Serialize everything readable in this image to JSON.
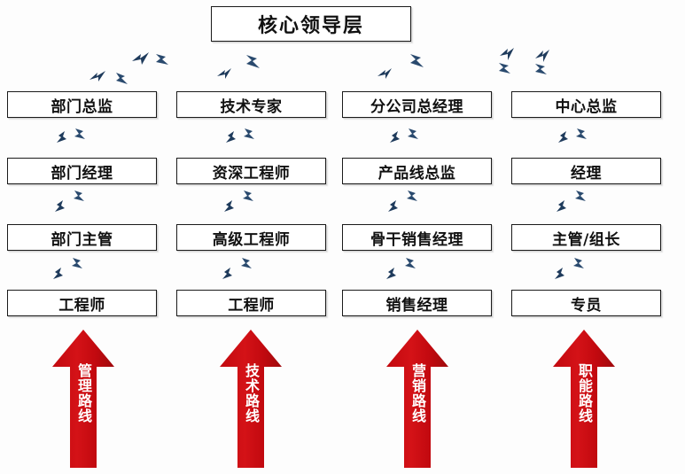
{
  "diagram": {
    "title": "核心领导层",
    "columns": [
      {
        "key": "management",
        "levels": [
          "部门总监",
          "部门经理",
          "部门主管",
          "工程师"
        ],
        "track_label": "管理路线"
      },
      {
        "key": "technical",
        "levels": [
          "技术专家",
          "资深工程师",
          "高级工程师",
          "工程师"
        ],
        "track_label": "技术路线"
      },
      {
        "key": "sales",
        "levels": [
          "分公司总经理",
          "产品线总监",
          "骨干销售经理",
          "销售经理"
        ],
        "track_label": "营销路线"
      },
      {
        "key": "functional",
        "levels": [
          "中心总监",
          "经理",
          "主管/组长",
          "专员"
        ],
        "track_label": "职能路线"
      }
    ],
    "colors": {
      "arrow_red": "#CC1015",
      "arrow_red_dark": "#A30D10",
      "box_border": "#1A1A1A",
      "box_fill": "#FFFFFF",
      "chevron_navy": "#1F3B5C",
      "background": "#FDFDFD",
      "label_text": "#FFFFFF"
    }
  }
}
